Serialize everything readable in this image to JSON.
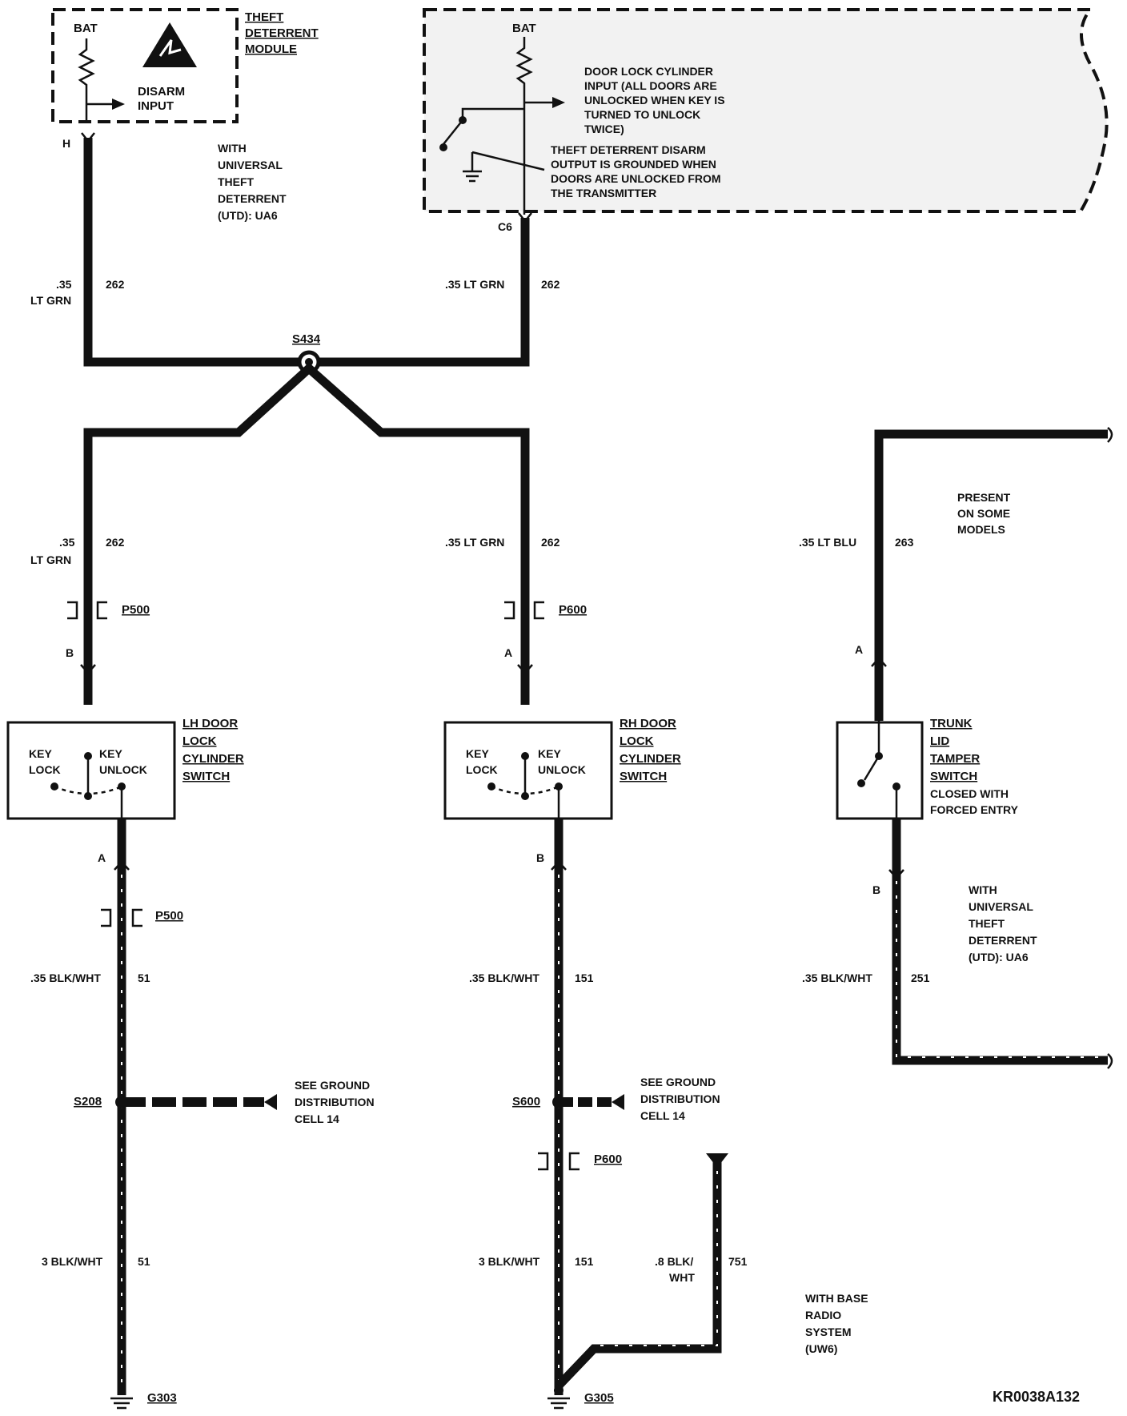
{
  "theft_module": {
    "title": "THEFT DETERRENT MODULE",
    "bat": "BAT",
    "disarm_input": "DISARM INPUT",
    "pin": "H",
    "note": "WITH UNIVERSAL THEFT DETERRENT (UTD): UA6"
  },
  "door_module": {
    "bat": "BAT",
    "input_note": "DOOR LOCK CYLINDER INPUT (ALL DOORS ARE UNLOCKED WHEN KEY IS TURNED TO UNLOCK TWICE)",
    "output_note": "THEFT DETERRENT DISARM OUTPUT IS GROUNDED WHEN DOORS ARE UNLOCKED FROM THE TRANSMITTER",
    "pin": "C6"
  },
  "wires": {
    "left_top": {
      "size": ".35",
      "color": "LT GRN",
      "circuit": "262"
    },
    "right_top": {
      "size": ".35 LT GRN",
      "circuit": "262"
    },
    "left_mid": {
      "size": ".35",
      "color": "LT GRN",
      "circuit": "262"
    },
    "right_mid": {
      "size": ".35 LT GRN",
      "circuit": "262"
    },
    "trunk_top": {
      "size": ".35 LT BLU",
      "circuit": "263"
    },
    "left_low1": {
      "size": ".35 BLK/WHT",
      "circuit": "51"
    },
    "left_low2": {
      "size": "3 BLK/WHT",
      "circuit": "51"
    },
    "right_low1": {
      "size": ".35 BLK/WHT",
      "circuit": "151"
    },
    "right_low2": {
      "size": "3 BLK/WHT",
      "circuit": "151"
    },
    "radio": {
      "size": ".8 BLK/",
      "size2": "WHT",
      "circuit": "751"
    },
    "trunk_low": {
      "size": ".35 BLK/WHT",
      "circuit": "251"
    }
  },
  "splice_top": "S434",
  "connectors": {
    "p500_top": "P500",
    "p600_top": "P600",
    "p500_low": "P500",
    "p600_low": "P600",
    "pin_lh_top": "B",
    "pin_rh_top": "A",
    "pin_trunk_top": "A",
    "pin_lh_low": "A",
    "pin_rh_low": "B",
    "pin_trunk_low": "B"
  },
  "lh_switch": {
    "title": "LH DOOR LOCK CYLINDER SWITCH",
    "key_lock": "KEY LOCK",
    "key_unlock": "KEY UNLOCK"
  },
  "rh_switch": {
    "title": "RH DOOR LOCK CYLINDER SWITCH",
    "key_lock": "KEY LOCK",
    "key_unlock": "KEY UNLOCK"
  },
  "trunk_switch": {
    "title": "TRUNK LID TAMPER SWITCH",
    "note": "CLOSED WITH FORCED ENTRY"
  },
  "notes": {
    "present": "PRESENT ON SOME MODELS",
    "utd": "WITH UNIVERSAL THEFT DETERRENT (UTD): UA6",
    "base_radio": "WITH BASE RADIO SYSTEM (UW6)"
  },
  "ground_splices": {
    "left": "S208",
    "right": "S600",
    "see_ground": "SEE GROUND DISTRIBUTION CELL 14"
  },
  "grounds": {
    "left": "G303",
    "right": "G305"
  },
  "figure_id": "KR0038A132"
}
